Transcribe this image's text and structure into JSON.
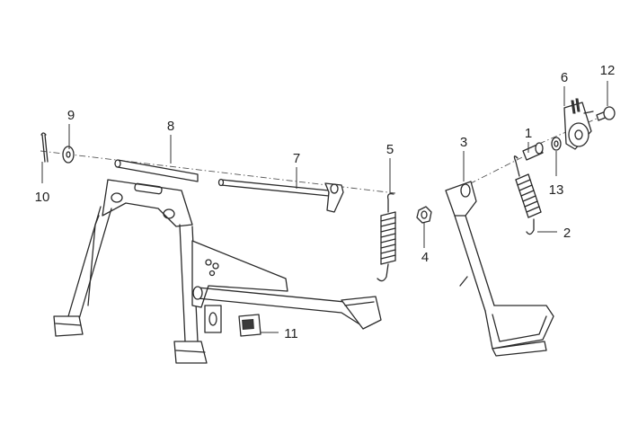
{
  "diagram": {
    "type": "exploded parts diagram",
    "callouts": [
      {
        "id": "1",
        "label": "1"
      },
      {
        "id": "2",
        "label": "2"
      },
      {
        "id": "3",
        "label": "3"
      },
      {
        "id": "4",
        "label": "4"
      },
      {
        "id": "5",
        "label": "5"
      },
      {
        "id": "6",
        "label": "6"
      },
      {
        "id": "7",
        "label": "7"
      },
      {
        "id": "8",
        "label": "8"
      },
      {
        "id": "9",
        "label": "9"
      },
      {
        "id": "10",
        "label": "10"
      },
      {
        "id": "11",
        "label": "11"
      },
      {
        "id": "12",
        "label": "12"
      },
      {
        "id": "13",
        "label": "13"
      }
    ]
  },
  "colors": {
    "background": "#ffffff",
    "line": "#2b2b2b"
  }
}
